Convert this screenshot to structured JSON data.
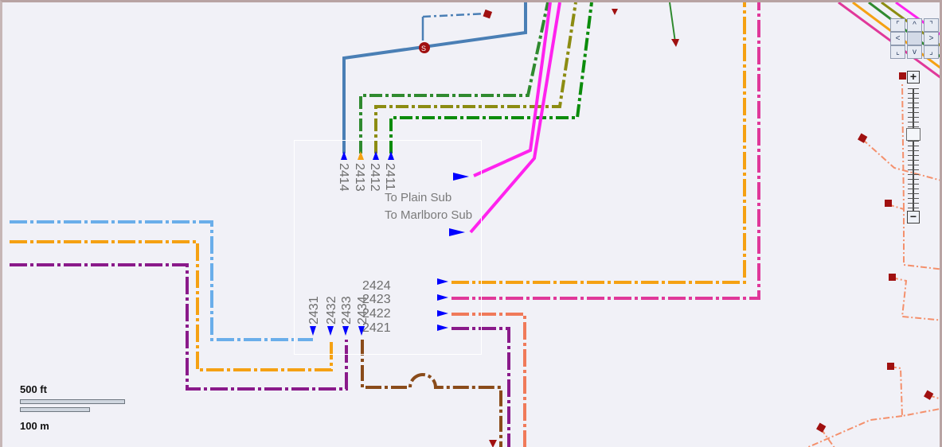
{
  "labels": {
    "plain_sub": "To Plain Sub",
    "marlboro_sub": "To Marlboro Sub"
  },
  "circuits_top": [
    "2414",
    "2413",
    "2412",
    "2411"
  ],
  "circuits_bottom_left": [
    "2431",
    "2432",
    "2433",
    "2434"
  ],
  "circuits_bottom_right": [
    "2424",
    "2423",
    "2422",
    "2421"
  ],
  "scale": {
    "imperial": "500 ft",
    "metric": "100 m"
  },
  "navigation": {
    "zoom_in": "+",
    "zoom_out": "−",
    "pan_up": "^",
    "pan_down": "v",
    "pan_left": "<",
    "pan_right": ">"
  },
  "colors": {
    "background": "#f1f1f7",
    "steel_blue": "#4a7fb5",
    "light_blue": "#6aaeea",
    "orange": "#f5a113",
    "purple": "#8a1a8a",
    "green": "#1e8a1e",
    "olive": "#8a8a10",
    "dark_green": "#0c8c0c",
    "magenta": "#ff33ee",
    "pink": "#e0389a",
    "salmon": "#f07a5a",
    "brown": "#8a4b1a",
    "arrow_blue": "#0000ff",
    "marker_red": "#a01010"
  }
}
